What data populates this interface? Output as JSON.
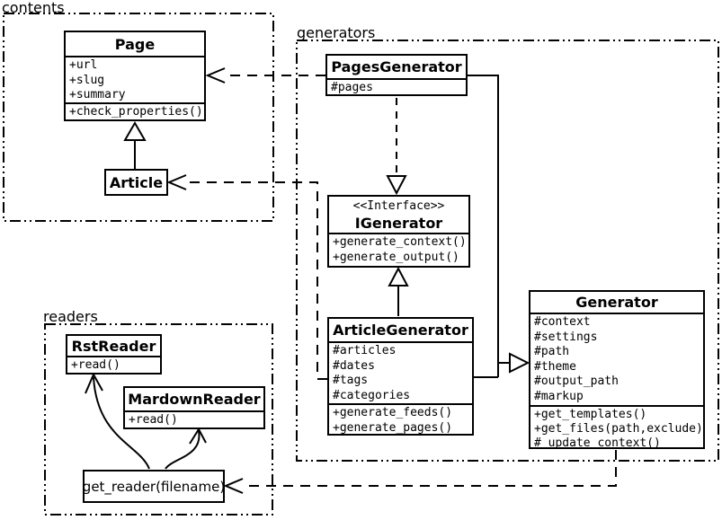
{
  "diagram": {
    "background_color": "#ffffff",
    "line_color": "#000000"
  },
  "packages": {
    "contents": {
      "label": "contents"
    },
    "generators": {
      "label": "generators"
    },
    "readers": {
      "label": "readers"
    }
  },
  "classes": {
    "page": {
      "title": "Page",
      "attributes": [
        "+url",
        "+slug",
        "+summary"
      ],
      "methods": [
        "+check_properties()"
      ]
    },
    "article": {
      "title": "Article"
    },
    "pages_generator": {
      "title": "PagesGenerator",
      "attributes": [
        "#pages"
      ]
    },
    "igenerator": {
      "stereotype": "<<Interface>>",
      "title": "IGenerator",
      "methods": [
        "+generate_context()",
        "+generate_output()"
      ]
    },
    "article_generator": {
      "title": "ArticleGenerator",
      "attributes": [
        "#articles",
        "#dates",
        "#tags",
        "#categories"
      ],
      "methods": [
        "+generate_feeds()",
        "+generate_pages()"
      ]
    },
    "generator": {
      "title": "Generator",
      "attributes": [
        "#context",
        "#settings",
        "#path",
        "#theme",
        "#output_path",
        "#markup"
      ],
      "methods": [
        "+get_templates()",
        "+get_files(path,exclude)",
        "#_update_context()"
      ]
    },
    "rst_reader": {
      "title": "RstReader",
      "methods": [
        "+read()"
      ]
    },
    "mardown_reader": {
      "title": "MardownReader",
      "methods": [
        "+read()"
      ]
    },
    "get_reader": {
      "label": "get_reader(filename)"
    }
  }
}
